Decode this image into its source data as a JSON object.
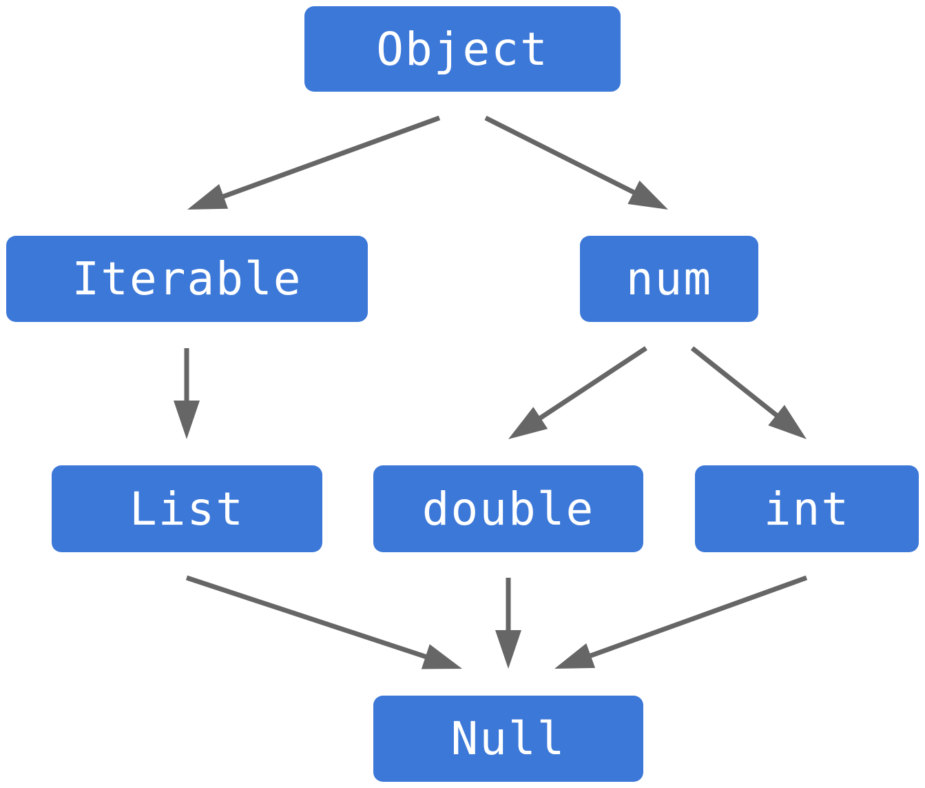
{
  "colors": {
    "node_fill": "#3c78d8",
    "node_text": "#ffffff",
    "edge": "#666666",
    "background": "#ffffff"
  },
  "nodes": {
    "object": {
      "label": "Object"
    },
    "iterable": {
      "label": "Iterable"
    },
    "num": {
      "label": "num"
    },
    "list": {
      "label": "List"
    },
    "double": {
      "label": "double"
    },
    "int": {
      "label": "int"
    },
    "null": {
      "label": "Null"
    }
  },
  "edges": [
    {
      "from": "Object",
      "to": "Iterable"
    },
    {
      "from": "Object",
      "to": "num"
    },
    {
      "from": "Iterable",
      "to": "List"
    },
    {
      "from": "num",
      "to": "double"
    },
    {
      "from": "num",
      "to": "int"
    },
    {
      "from": "List",
      "to": "Null"
    },
    {
      "from": "double",
      "to": "Null"
    },
    {
      "from": "int",
      "to": "Null"
    }
  ]
}
